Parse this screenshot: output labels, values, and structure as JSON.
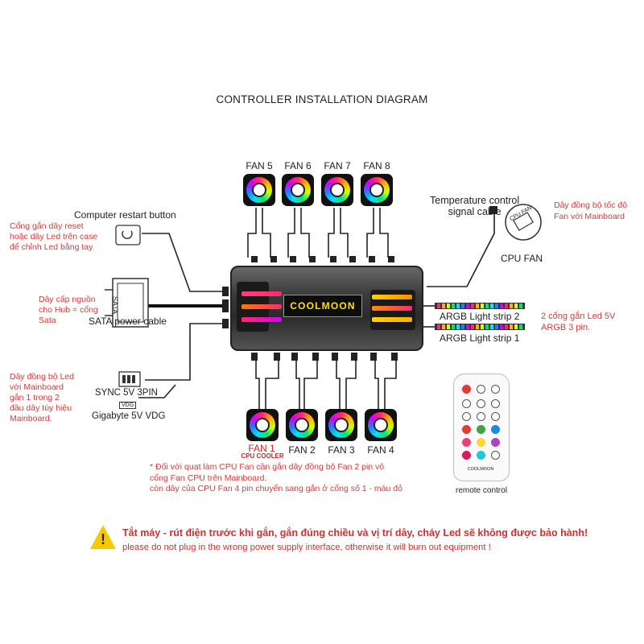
{
  "title": "CONTROLLER INSTALLATION DIAGRAM",
  "fans_top": [
    "FAN 5",
    "FAN 6",
    "FAN 7",
    "FAN 8"
  ],
  "fans_bottom": [
    "FAN 1",
    "FAN 2",
    "FAN 3",
    "FAN 4"
  ],
  "fan1_sub": "CPU COOLER",
  "hub_logo": "COOLMOON",
  "left": {
    "restart_button": "Computer restart button",
    "restart_note": [
      "Cổng gắn dây reset",
      "hoặc dây Led trên case",
      "để chỉnh Led bằng tay"
    ],
    "sata_note": [
      "Dây cấp nguồn",
      "cho Hub = cổng",
      "Sata"
    ],
    "sata_cable": "SATA power cable",
    "sata_text": "SATA",
    "sync_note": [
      "Dây đồng bộ Led",
      "với Mainboard",
      "gắn 1 trong 2",
      "đầu dây tùy hiệu",
      "Mainboard."
    ],
    "sync_5v": "SYNC 5V 3PIN",
    "gigabyte": "Gigabyte 5V VDG",
    "vdg_tag": "VDG"
  },
  "right": {
    "temp_signal": [
      "Temperature control",
      "signal cable"
    ],
    "temp_note": [
      "Dây đồng bộ tốc độ",
      "Fan với Mainboard"
    ],
    "cpu_fan": "CPU FAN",
    "cpu_fan_tag": "CPU FAN",
    "strip2": "ARGB Light strip 2",
    "strip1": "ARGB Light strip 1",
    "strip_note": [
      "2 cổng gắn Led 5V",
      "ARGB 3 pin."
    ],
    "remote_label": "remote control",
    "remote_brand": "COOLMOON"
  },
  "footnote": [
    "* Đối với quạt làm  CPU Fan cần gắn dây đồng bộ Fan  2 pin vô",
    "cổng Fan  CPU trên Mainboard.",
    "còn dây của CPU Fan  4 pin chuyển sang gắn ở cổng số 1 - màu đỏ"
  ],
  "warning": {
    "vn": "Tắt máy - rút điện trước khi gắn, gắn đúng chiều và vị trí dây, cháy Led sẽ không được bảo hành!",
    "en": "please do not plug in the wrong power supply interface, otherwise it will burn out equipment !"
  },
  "colors": {
    "note_red": "#d83a3a",
    "logo_yellow": "#ffe100",
    "warning_yellow": "#f6c900"
  }
}
